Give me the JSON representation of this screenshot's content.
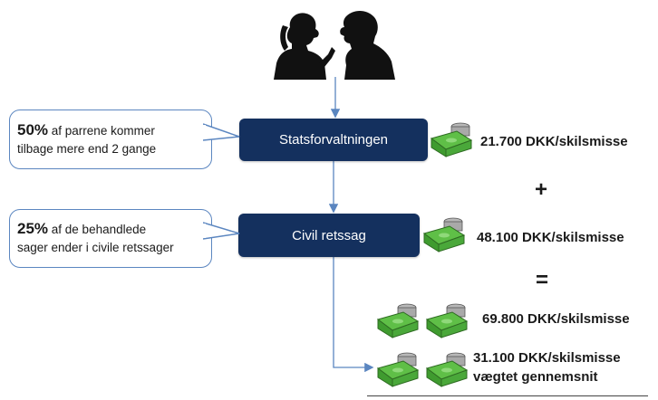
{
  "flow": {
    "step1_label": "Statsforvaltningen",
    "step2_label": "Civil retssag"
  },
  "callouts": [
    {
      "percent": "50%",
      "text_line1": " af parrene kommer",
      "text_line2": "tilbage mere end 2 gange"
    },
    {
      "percent": "25%",
      "text_line1": " af de behandlede",
      "text_line2": "sager ender i civile retssager"
    }
  ],
  "costs": {
    "step1": "21.700 DKK/skilsmisse",
    "step2": "48.100 DKK/skilsmisse",
    "total": "69.800 DKK/skilsmisse",
    "weighted_line1": "31.100 DKK/skilsmisse",
    "weighted_line2": "vægtet gennemsnit"
  },
  "operators": {
    "plus": "+",
    "equals": "="
  },
  "colors": {
    "box_fill": "#14305e",
    "callout_border": "#5b86c0",
    "connector": "#5b86c0",
    "money_green": "#3f9b2f"
  },
  "icons": {
    "silhouette": "arguing-couple-silhouette",
    "money": "money-stack-icon"
  }
}
